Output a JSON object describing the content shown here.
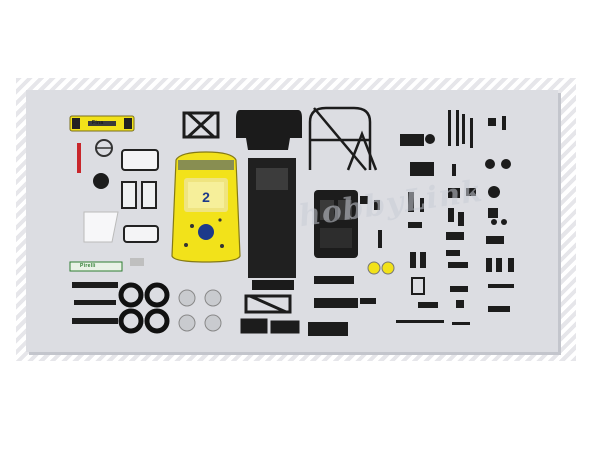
{
  "image": {
    "subject": "model rally car kit parts layout",
    "background_color": "#ffffff",
    "panel_color": "#dcdde2",
    "body_color": "#f2e21a"
  },
  "texts": {
    "watermark": "hobbyLink",
    "car_number": "2",
    "spoiler_logo": "Fina",
    "sponsor_strip": "Pirelli"
  }
}
